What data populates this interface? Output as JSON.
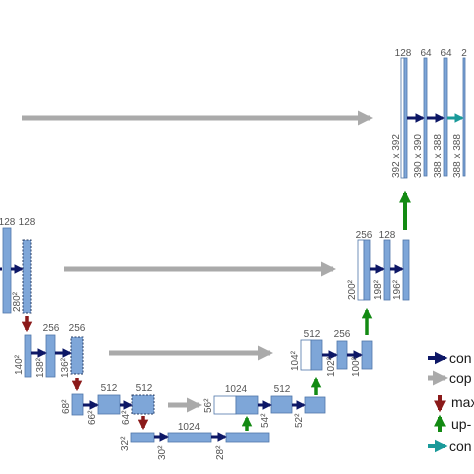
{
  "colors": {
    "block": "#7ea6d8",
    "block_edge": "#5077aa",
    "conv": "#0d1766",
    "copy": "#aaaaaa",
    "maxpool": "#8b1a1a",
    "upconv": "#138a13",
    "final_conv": "#1a9a9a",
    "text": "#555555"
  },
  "labels": {
    "ch_128": "128",
    "ch_256": "256",
    "ch_512": "512",
    "ch_1024": "1024",
    "ch_64": "64",
    "ch_2": "2",
    "res_392": "392 x 392",
    "res_390": "390 x 390",
    "res_388a": "388 x 388",
    "res_388b": "388 x 388",
    "res_280": "280²",
    "res_200": "200²",
    "res_198": "198²",
    "res_196": "196²",
    "res_140": "140²",
    "res_138": "138²",
    "res_136": "136²",
    "res_104": "104²",
    "res_102": "102²",
    "res_100": "100²",
    "res_68": "68²",
    "res_66": "66²",
    "res_64": "64²",
    "res_56": "56²",
    "res_54": "54²",
    "res_52": "52²",
    "res_32": "32²",
    "res_30": "30²",
    "res_28": "28²"
  },
  "legend": {
    "conv": "con",
    "copy": "cop",
    "maxpool": "max",
    "upconv": "up-",
    "final_conv": "con"
  }
}
